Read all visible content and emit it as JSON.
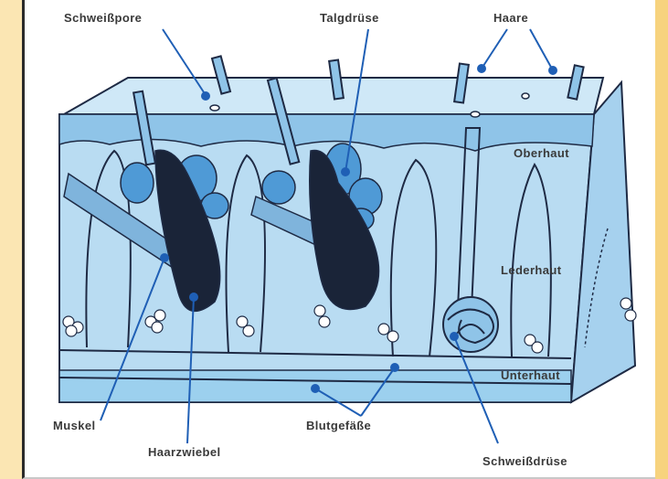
{
  "labels": {
    "sweat_pore": "Schweißpore",
    "sebaceous_gland": "Talgdrüse",
    "hairs": "Haare",
    "epidermis": "Oberhaut",
    "dermis": "Lederhaut",
    "subcutis": "Unterhaut",
    "muscle": "Muskel",
    "hair_bulb": "Haarzwiebel",
    "blood_vessels": "Blutgefäße",
    "sweat_gland": "Schweißdrüse"
  },
  "colors": {
    "background": "#fbe6b3",
    "skin_light": "#b9dcf2",
    "skin_mid": "#8fc4e8",
    "gland_blue": "#4f9ad6",
    "leader_line": "#1f5fb5",
    "outline": "#1e2a44",
    "bulb_dark": "#1a2438",
    "label_text": "#3a3a3a"
  }
}
